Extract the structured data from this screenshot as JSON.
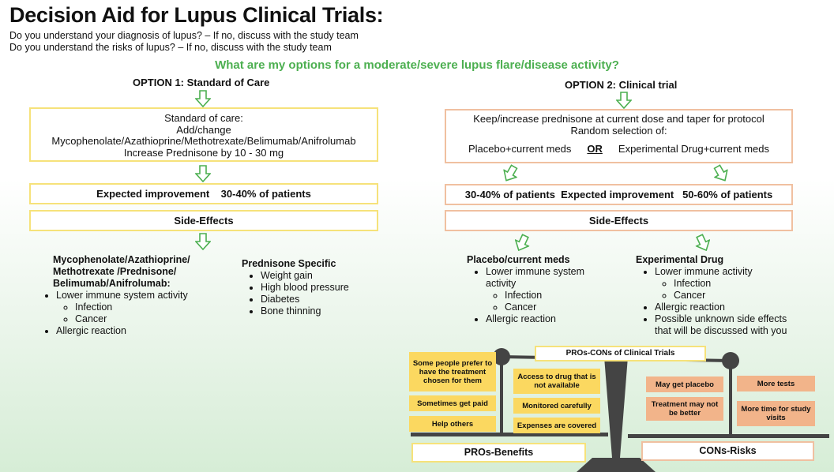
{
  "title": "Decision Aid for Lupus Clinical Trials:",
  "intro": [
    "Do you understand your diagnosis of lupus? – If no, discuss with the study team",
    "Do you understand the risks of lupus? –  If no, discuss with the study team"
  ],
  "question": "What are my options for a moderate/severe lupus flare/disease activity?",
  "option1": {
    "heading": "OPTION 1: Standard of Care",
    "care_lines": [
      "Standard of care:",
      "Add/change",
      "Mycophenolate/Azathioprine/Methotrexate/Belimumab/Anifrolumab",
      "Increase Prednisone by 10 - 30 mg"
    ],
    "improvement_label": "Expected improvement",
    "improvement_value": "30-40% of patients",
    "side_effects_label": "Side-Effects",
    "drugs": {
      "heading_lines": [
        "Mycophenolate/Azathioprine/",
        "Methotrexate /Prednisone/",
        "Belimumab/Anifrolumab:"
      ],
      "item1": "Lower immune system activity",
      "sub1": "Infection",
      "sub2": "Cancer",
      "item2": "Allergic reaction"
    },
    "prednisone": {
      "heading": "Prednisone Specific",
      "items": [
        "Weight gain",
        "High blood pressure",
        "Diabetes",
        "Bone thinning"
      ]
    }
  },
  "option2": {
    "heading": "OPTION 2: Clinical trial",
    "line1": "Keep/increase prednisone at current dose and taper for protocol",
    "line2": "Random selection of:",
    "choice_a": "Placebo+current meds",
    "or": "OR",
    "choice_b": "Experimental Drug+current meds",
    "improvement_a": "30-40% of patients",
    "improvement_label": "Expected improvement",
    "improvement_b": "50-60% of patients",
    "side_effects_label": "Side-Effects",
    "placebo": {
      "heading": "Placebo/current meds",
      "item1a": "Lower immune system",
      "item1b": "activity",
      "sub1": "Infection",
      "sub2": "Cancer",
      "item2": "Allergic reaction"
    },
    "experimental": {
      "heading": "Experimental Drug",
      "item1": "Lower immune activity",
      "sub1": "Infection",
      "sub2": "Cancer",
      "item2": "Allergic reaction",
      "item3a": "Possible unknown side effects",
      "item3b": "that will be discussed with you"
    }
  },
  "scale": {
    "title": "PROs-CONs of Clinical Trials",
    "pros_label": "PROs-Benefits",
    "cons_label": "CONs-Risks",
    "pros": [
      "Some people prefer to have the treatment chosen for them",
      "Access to drug that is not available",
      "Sometimes get paid",
      "Monitored carefully",
      "Help others",
      "Expenses are covered"
    ],
    "cons": [
      "May get placebo",
      "More tests",
      "Treatment may not be better",
      "More time for study visits"
    ]
  },
  "colors": {
    "green": "#4caf50",
    "yellow_border": "#f6e27a",
    "peach_border": "#f0c0a0",
    "pro_note": "#fbd860",
    "con_note": "#f2b48a"
  }
}
